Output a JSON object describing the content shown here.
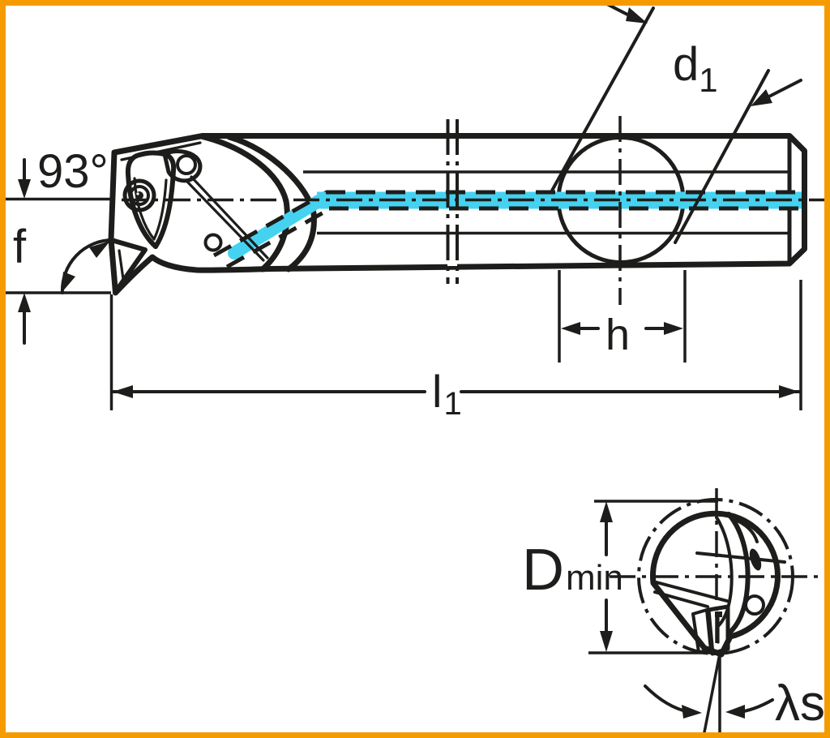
{
  "drawing": {
    "type": "technical-drawing",
    "subject": "boring-bar-with-indexable-insert",
    "views": {
      "main_view": "side-view-of-boring-bar",
      "end_view": "front-view-minimum-bore-diameter"
    }
  },
  "palette": {
    "frame_orange": "#F59B00",
    "line_black": "#1d1d1b",
    "bar_fill": "#dcdfdf",
    "clamp_circle_fill": "#b2b6b6",
    "coolant_cyan": "#45d2f1",
    "insert_gold": "#f2c155",
    "shim_light": "#e9ecec",
    "white": "#ffffff"
  },
  "labels": {
    "angle": {
      "text": "93°"
    },
    "f": {
      "text": "f"
    },
    "d1": {
      "main": "d",
      "sub": "1"
    },
    "h": {
      "text": "h"
    },
    "l1": {
      "main": "l",
      "sub": "1"
    },
    "dmin": {
      "main": "D",
      "sub": "min"
    },
    "lambda_s": {
      "text": "λs"
    }
  }
}
